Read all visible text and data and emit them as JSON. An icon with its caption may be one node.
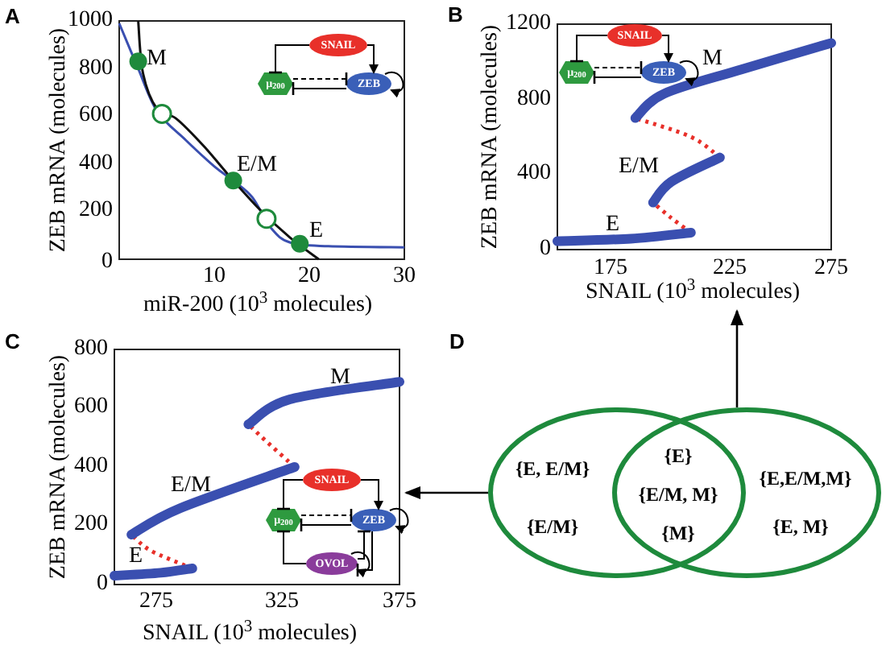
{
  "diagram": {
    "nodes": [
      {
        "text": [
          "SNAIL"
        ]
      },
      {
        "text": [
          "μ$_{200}$"
        ]
      },
      {
        "text": [
          "ZEB"
        ]
      },
      {
        "text": [],
        "shape": "box"
      },
      {
        "text": [
          "SNAIL"
        ],
        "in": 3
      },
      {
        "text": [
          "μ$_{200}$"
        ],
        "in": 3
      },
      {
        "text": [
          "ZEB"
        ],
        "in": 3
      },
      {
        "text": [],
        "shape": "box"
      },
      {
        "text": [
          "SNAIL"
        ],
        "in": 7
      },
      {
        "text": [
          "μ$_{200}$"
        ],
        "in": 7
      },
      {
        "text": [
          "ZEB"
        ],
        "in": 7
      },
      {
        "text": [
          "OVOL"
        ],
        "in": 7
      },
      {
        "text": [
          "{E, E/M}",
          "{E/M}"
        ]
      },
      {
        "text": [
          "{E,E/M,M}",
          "{E, M}"
        ]
      }
    ],
    "edges": [
      {
        "from": 0,
        "to": 1,
        "arrow": "other"
      },
      {
        "from": 0,
        "to": 2,
        "arrow": "to"
      },
      {
        "from": 1,
        "to": 2,
        "arrow": "other",
        "style": "dashed"
      },
      {
        "from": 2,
        "to": 1,
        "arrow": "other"
      },
      {
        "from": 2,
        "to": 2,
        "arrow": "to"
      },
      {
        "from": 4,
        "to": 5,
        "arrow": "other"
      },
      {
        "from": 4,
        "to": 6,
        "arrow": "to"
      },
      {
        "from": 5,
        "to": 6,
        "arrow": "other",
        "style": "dashed"
      },
      {
        "from": 6,
        "to": 5,
        "arrow": "other"
      },
      {
        "from": 6,
        "to": 6,
        "arrow": "to"
      },
      {
        "from": 8,
        "to": 9,
        "arrow": "other"
      },
      {
        "from": 8,
        "to": 10,
        "arrow": "to"
      },
      {
        "from": 9,
        "to": 10,
        "arrow": "other",
        "style": "dashed"
      },
      {
        "from": 10,
        "to": 9,
        "arrow": "other"
      },
      {
        "from": 11,
        "to": 9,
        "arrow": "other"
      },
      {
        "from": 11,
        "to": 10,
        "arrow": "other"
      },
      {
        "from": 10,
        "to": 11,
        "arrow": "other"
      },
      {
        "from": 10,
        "to": 10,
        "arrow": "to"
      },
      {
        "from": 11,
        "to": 11,
        "arrow": "to"
      },
      {
        "from": 13,
        "to": 3,
        "arrow": "to"
      },
      {
        "from": 12,
        "to": 7,
        "arrow": "to"
      }
    ],
    "labels": [
      "A",
      "1000",
      "800",
      "600",
      "400",
      "200",
      "0",
      "10",
      "20",
      "30",
      "ZEB mRNA (molecules)",
      "miR-200 (10$^{3}$ molecules)",
      "M",
      "E/M",
      "E",
      "B",
      "1200",
      "800",
      "400",
      "0",
      "175",
      "225",
      "275",
      "ZEB mRNA (molecules)",
      "SNAIL (10$^{3}$ molecules)",
      "M",
      "E/M",
      "E",
      "C",
      "800",
      "600",
      "400",
      "200",
      "0",
      "275",
      "325",
      "375",
      "ZEB mRNA (molecules)",
      "SNAIL (10$^{3}$ molecules)",
      "M",
      "E/M",
      "E",
      "D",
      "{E}",
      "{E/M, M}",
      "{M}"
    ]
  }
}
